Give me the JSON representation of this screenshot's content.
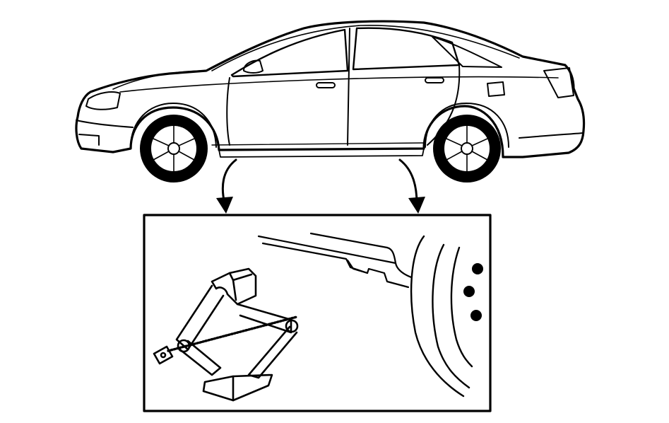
{
  "diagram": {
    "subject": "sedan-side-view-with-jack-points",
    "callouts": [
      {
        "id": "front-jack-point",
        "target": "scissor-jack-detail"
      },
      {
        "id": "rear-jack-point",
        "target": "rocker-panel-notch-detail"
      }
    ],
    "detail_panel": {
      "contains": [
        "scissor-jack",
        "rocker-panel-notch",
        "wheel-with-lug-nuts"
      ]
    }
  }
}
